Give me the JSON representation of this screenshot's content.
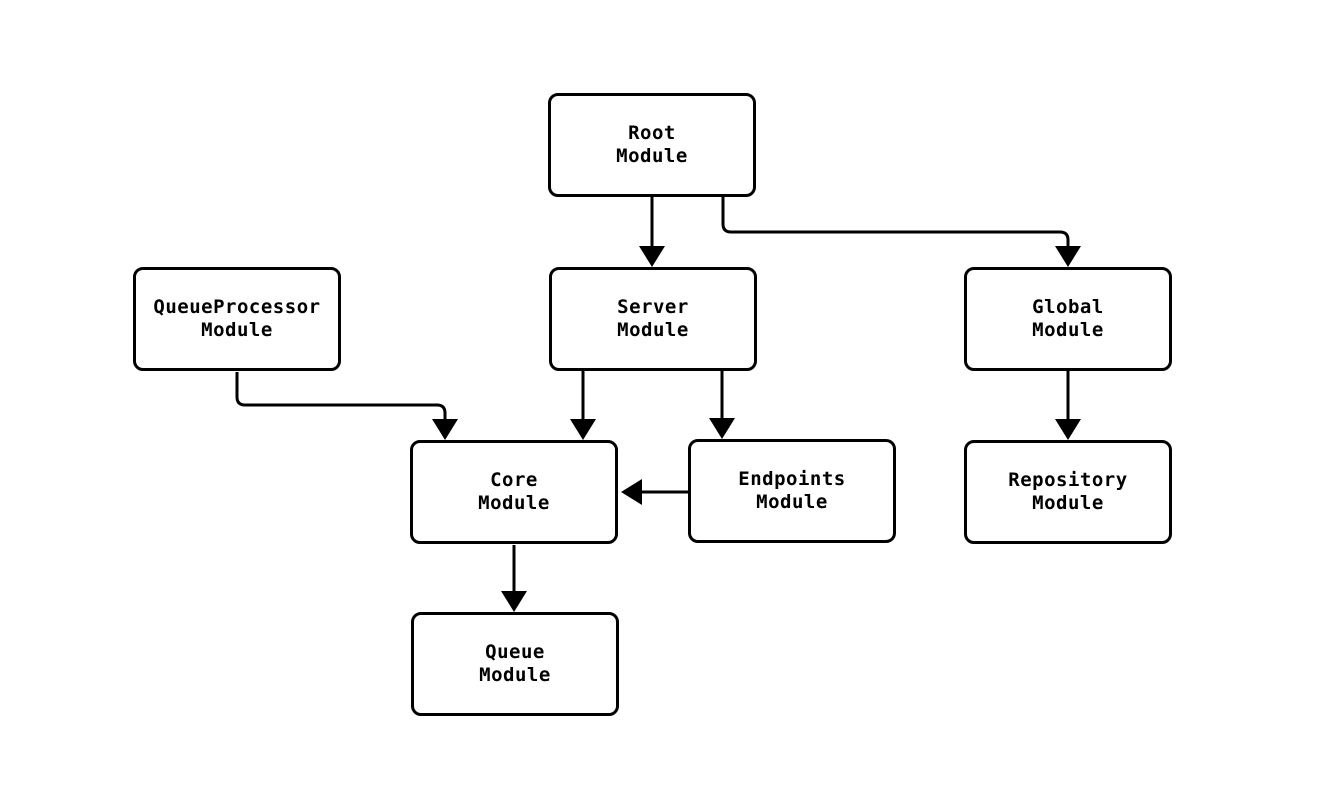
{
  "diagram": {
    "kind": "module-dependency-graph",
    "colors": {
      "background": "#ffffff",
      "node_fill": "#ffffff",
      "node_border": "#000000",
      "edge": "#000000",
      "text": "#000000"
    }
  },
  "nodes": [
    {
      "id": "root-module",
      "line1": "Root",
      "line2": "Module"
    },
    {
      "id": "queueprocessor-module",
      "line1": "QueueProcessor",
      "line2": "Module"
    },
    {
      "id": "server-module",
      "line1": "Server",
      "line2": "Module"
    },
    {
      "id": "global-module",
      "line1": "Global",
      "line2": "Module"
    },
    {
      "id": "core-module",
      "line1": "Core",
      "line2": "Module"
    },
    {
      "id": "endpoints-module",
      "line1": "Endpoints",
      "line2": "Module"
    },
    {
      "id": "repository-module",
      "line1": "Repository",
      "line2": "Module"
    },
    {
      "id": "queue-module",
      "line1": "Queue",
      "line2": "Module"
    }
  ],
  "edges": [
    {
      "from": "root-module",
      "to": "server-module"
    },
    {
      "from": "root-module",
      "to": "global-module"
    },
    {
      "from": "queueprocessor-module",
      "to": "core-module"
    },
    {
      "from": "server-module",
      "to": "core-module"
    },
    {
      "from": "server-module",
      "to": "endpoints-module"
    },
    {
      "from": "endpoints-module",
      "to": "core-module"
    },
    {
      "from": "global-module",
      "to": "repository-module"
    },
    {
      "from": "core-module",
      "to": "queue-module"
    }
  ]
}
